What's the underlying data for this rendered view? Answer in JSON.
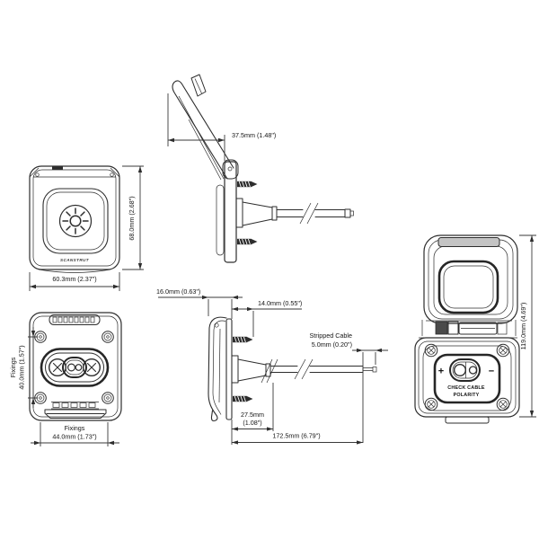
{
  "views": {
    "front_closed": {
      "brand": "SCANSTRUT",
      "width": "60.3mm (2.37\")",
      "height": "68.0mm (2.68\")"
    },
    "side_open": {
      "lid_clearance": "37.5mm (1.48\")"
    },
    "rear": {
      "fixings_label_v": "Fixings",
      "fixings_v": "40.0mm (1.57\")",
      "fixings_label_h": "Fixings",
      "fixings_h": "44.0mm (1.73\")"
    },
    "side_closed": {
      "depth": "16.0mm (0.63\")",
      "screw_protrusion": "14.0mm (0.55\")",
      "stripped_cable_label": "Stripped Cable",
      "stripped_cable": "5.0mm (0.20\")",
      "gland_protrusion_mm": "27.5mm",
      "gland_protrusion_in": "(1.08\")",
      "overall_length": "172.5mm (6.79\")"
    },
    "front_open": {
      "height": "119.0mm (4.69\")",
      "plus": "+",
      "minus": "−",
      "warning_line1": "CHECK CABLE",
      "warning_line2": "POLARITY"
    }
  },
  "colors": {
    "line": "#2d2d2d",
    "text": "#141414",
    "background": "#ffffff",
    "shading": "#c4c4c4"
  }
}
